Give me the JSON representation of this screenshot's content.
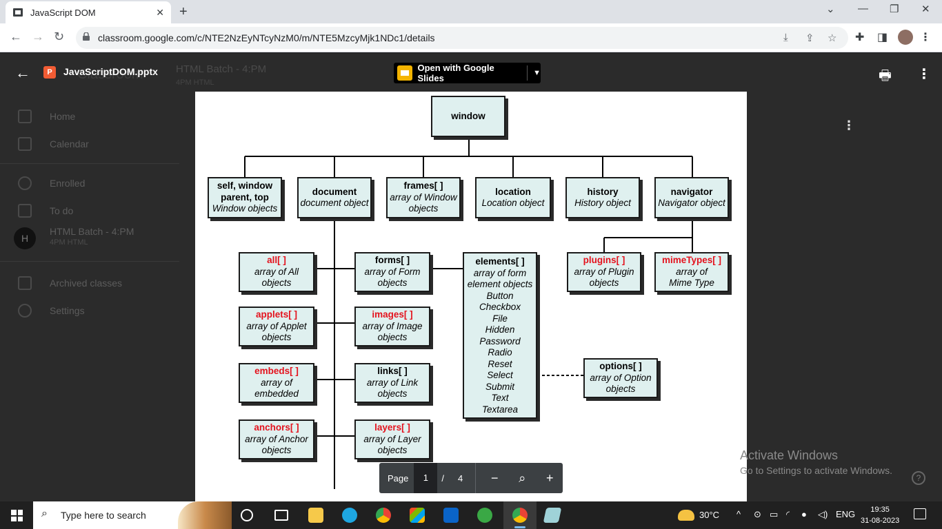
{
  "browser": {
    "tab_title": "JavaScript DOM",
    "tab_close": "✕",
    "new_tab": "+",
    "url": "classroom.google.com/c/NTE2NzEyNTcyNzM0/m/NTE5MzcyMjk1NDc1/details"
  },
  "classroom_bg": {
    "title": "Classroom",
    "class_name": "HTML Batch - 4:PM",
    "class_sub": "4PM HTML",
    "sidebar": [
      {
        "label": "Home"
      },
      {
        "label": "Calendar"
      },
      {
        "label": "Enrolled"
      },
      {
        "label": "To do"
      },
      {
        "label": "HTML Batch - 4:PM",
        "sub": "4PM HTML",
        "initial": "H"
      },
      {
        "label": "Archived classes"
      },
      {
        "label": "Settings"
      }
    ]
  },
  "viewer": {
    "file_name": "JavaScriptDOM.pptx",
    "file_badge": "P",
    "open_with": "Open with Google Slides"
  },
  "diagram": {
    "root": "window",
    "level1": [
      {
        "bold": "self, window",
        "bold2": "parent, top",
        "italic": "Window objects"
      },
      {
        "bold": "document",
        "italic": "document object"
      },
      {
        "bold": "frames[ ]",
        "italic": "array of Window",
        "italic2": "objects"
      },
      {
        "bold": "location",
        "italic": "Location object"
      },
      {
        "bold": "history",
        "italic": "History object"
      },
      {
        "bold": "navigator",
        "italic": "Navigator object"
      }
    ],
    "doc_left": [
      {
        "title": "all[ ]",
        "line1": "array of All",
        "line2": "objects"
      },
      {
        "title": "applets[ ]",
        "line1": "array of Applet",
        "line2": "objects"
      },
      {
        "title": "embeds[ ]",
        "line1": "array of",
        "line2": "embedded"
      },
      {
        "title": "anchors[ ]",
        "line1": "array of Anchor",
        "line2": "objects"
      }
    ],
    "doc_right": [
      {
        "title": "forms[ ]",
        "line1": "array of Form",
        "line2": "objects"
      },
      {
        "title": "images[ ]",
        "line1": "array of Image",
        "line2": "objects"
      },
      {
        "title": "links[ ]",
        "line1": "array of Link",
        "line2": "objects"
      },
      {
        "title": "layers[ ]",
        "line1": "array of Layer",
        "line2": "objects"
      }
    ],
    "elements": {
      "title": "elements[ ]",
      "sub1": "array of form",
      "sub2": "element objects",
      "items": [
        "Button",
        "Checkbox",
        "File",
        "Hidden",
        "Password",
        "Radio",
        "Reset",
        "Select",
        "Submit",
        "Text",
        "Textarea"
      ]
    },
    "nav_children": [
      {
        "title": "plugins[ ]",
        "line1": "array of Plugin",
        "line2": "objects"
      },
      {
        "title": "mimeTypes[ ]",
        "line1": "array of",
        "line2": "Mime Type"
      }
    ],
    "options": {
      "title": "options[ ]",
      "line1": "array of Option",
      "line2": "objects"
    }
  },
  "pager": {
    "label": "Page",
    "current": "1",
    "slash": "/",
    "total": "4",
    "zoom_out": "−",
    "zoom_in": "+"
  },
  "watermark": {
    "line1": "Activate Windows",
    "line2": "Go to Settings to activate Windows."
  },
  "taskbar": {
    "search_placeholder": "Type here to search",
    "temperature": "30°C",
    "language": "ENG",
    "time": "19:35",
    "date": "31-08-2023"
  }
}
